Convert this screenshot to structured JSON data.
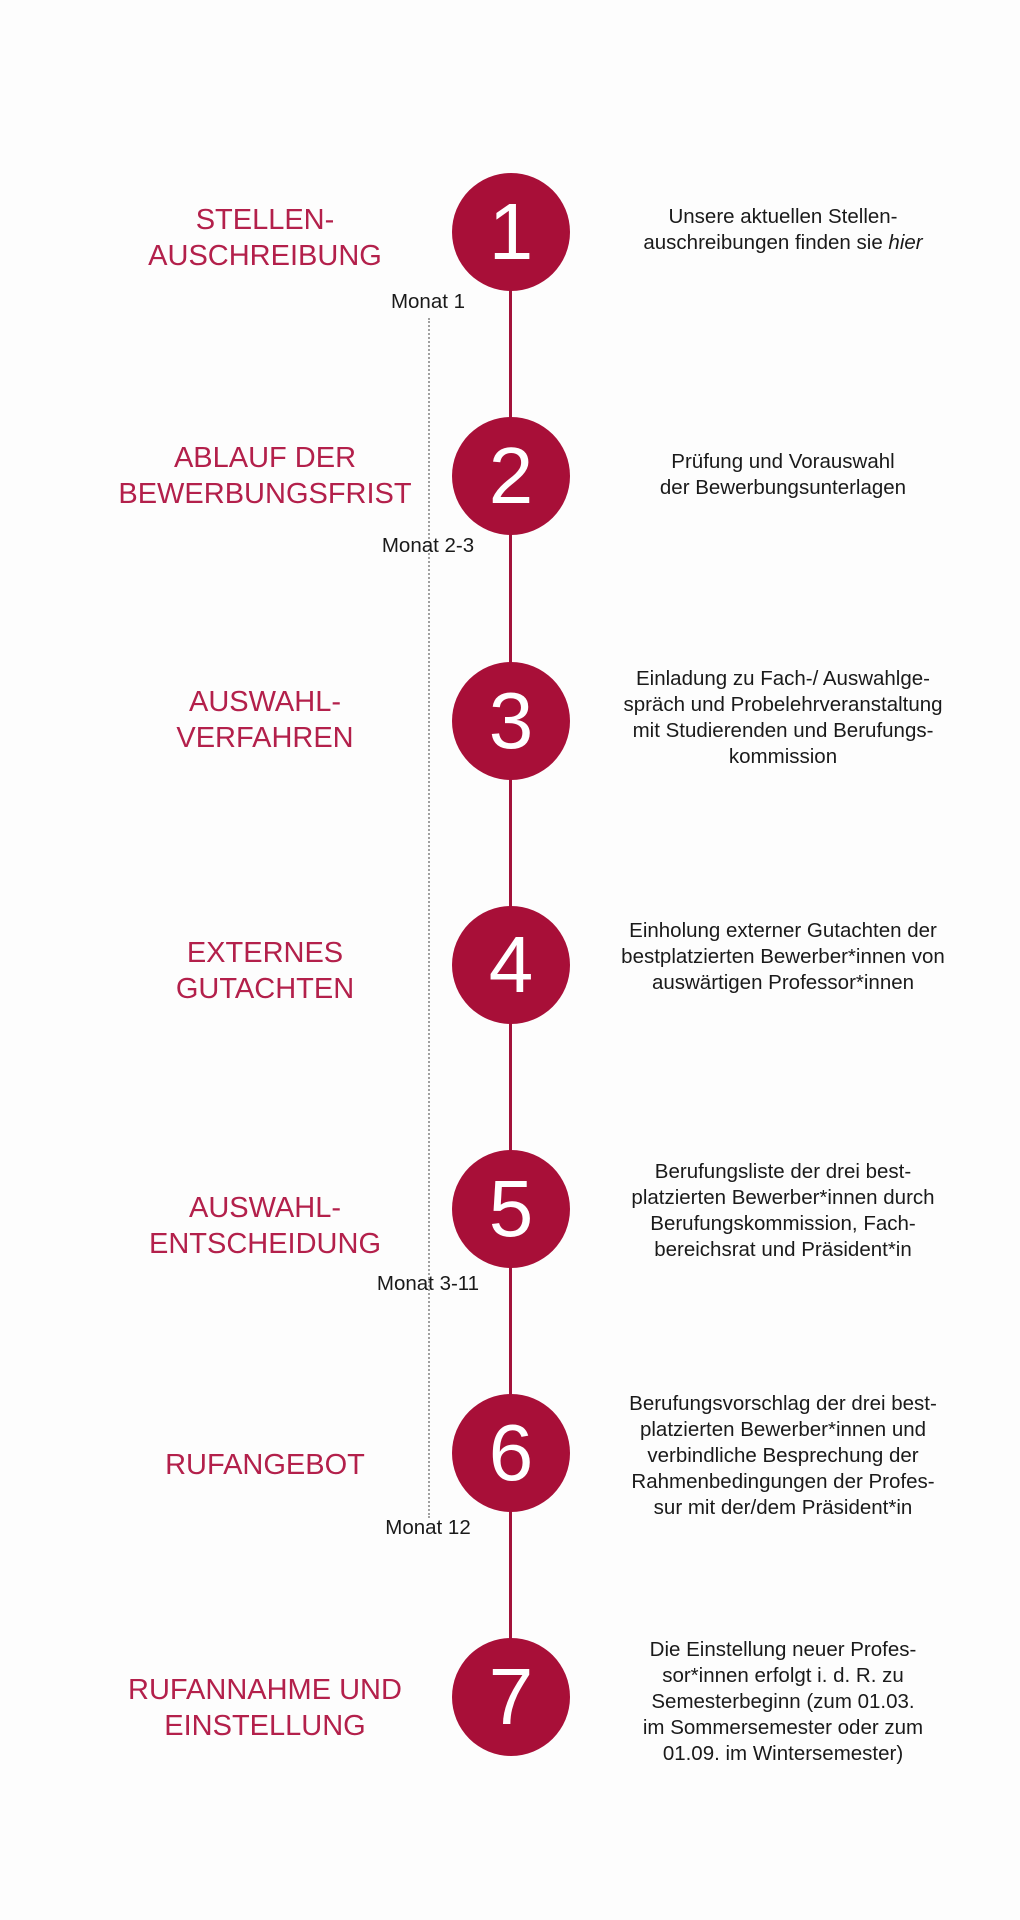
{
  "steps": [
    {
      "number": "1",
      "title": "STELLEN-\nAUSCHREIBUNG",
      "description": "Unsere aktuellen Stellen-\nauschreibungen finden sie ",
      "description_link": "hier"
    },
    {
      "number": "2",
      "title": "ABLAUF DER\nBEWERBUNGSFRIST",
      "description": "Prüfung und Vorauswahl\nder Bewerbungsunterlagen"
    },
    {
      "number": "3",
      "title": "AUSWAHL-\nVERFAHREN",
      "description": "Einladung zu Fach-/ Auswahlge-\nspräch und Probelehrveranstaltung\nmit Studierenden und Berufungs-\nkommission"
    },
    {
      "number": "4",
      "title": "EXTERNES\nGUTACHTEN",
      "description": "Einholung externer Gutachten der\nbestplatzierten Bewerber*innen von\nauswärtigen Professor*innen"
    },
    {
      "number": "5",
      "title": "AUSWAHL-\nENTSCHEIDUNG",
      "description": "Berufungsliste der drei best-\nplatzierten Bewerber*innen durch\nBerufungskommission, Fach-\nbereichsrat und Präsident*in"
    },
    {
      "number": "6",
      "title": "RUFANGEBOT",
      "description": "Berufungsvorschlag der drei best-\nplatzierten Bewerber*innen und\nverbindliche Besprechung der\nRahmenbedingungen der Profes-\nsur mit der/dem Präsident*in"
    },
    {
      "number": "7",
      "title": "RUFANNAHME UND\nEINSTELLUNG",
      "description": "Die Einstellung neuer Profes-\nsor*innen erfolgt i. d. R. zu\nSemesterbeginn (zum 01.03.\nim Sommersemester oder zum\n01.09. im Wintersemester)"
    }
  ],
  "months": [
    "Monat 1",
    "Monat 2-3",
    "Monat 3-11",
    "Monat 12"
  ],
  "colors": {
    "accent": "#a80f38",
    "title": "#b3204b",
    "text": "#1a1a1a"
  }
}
